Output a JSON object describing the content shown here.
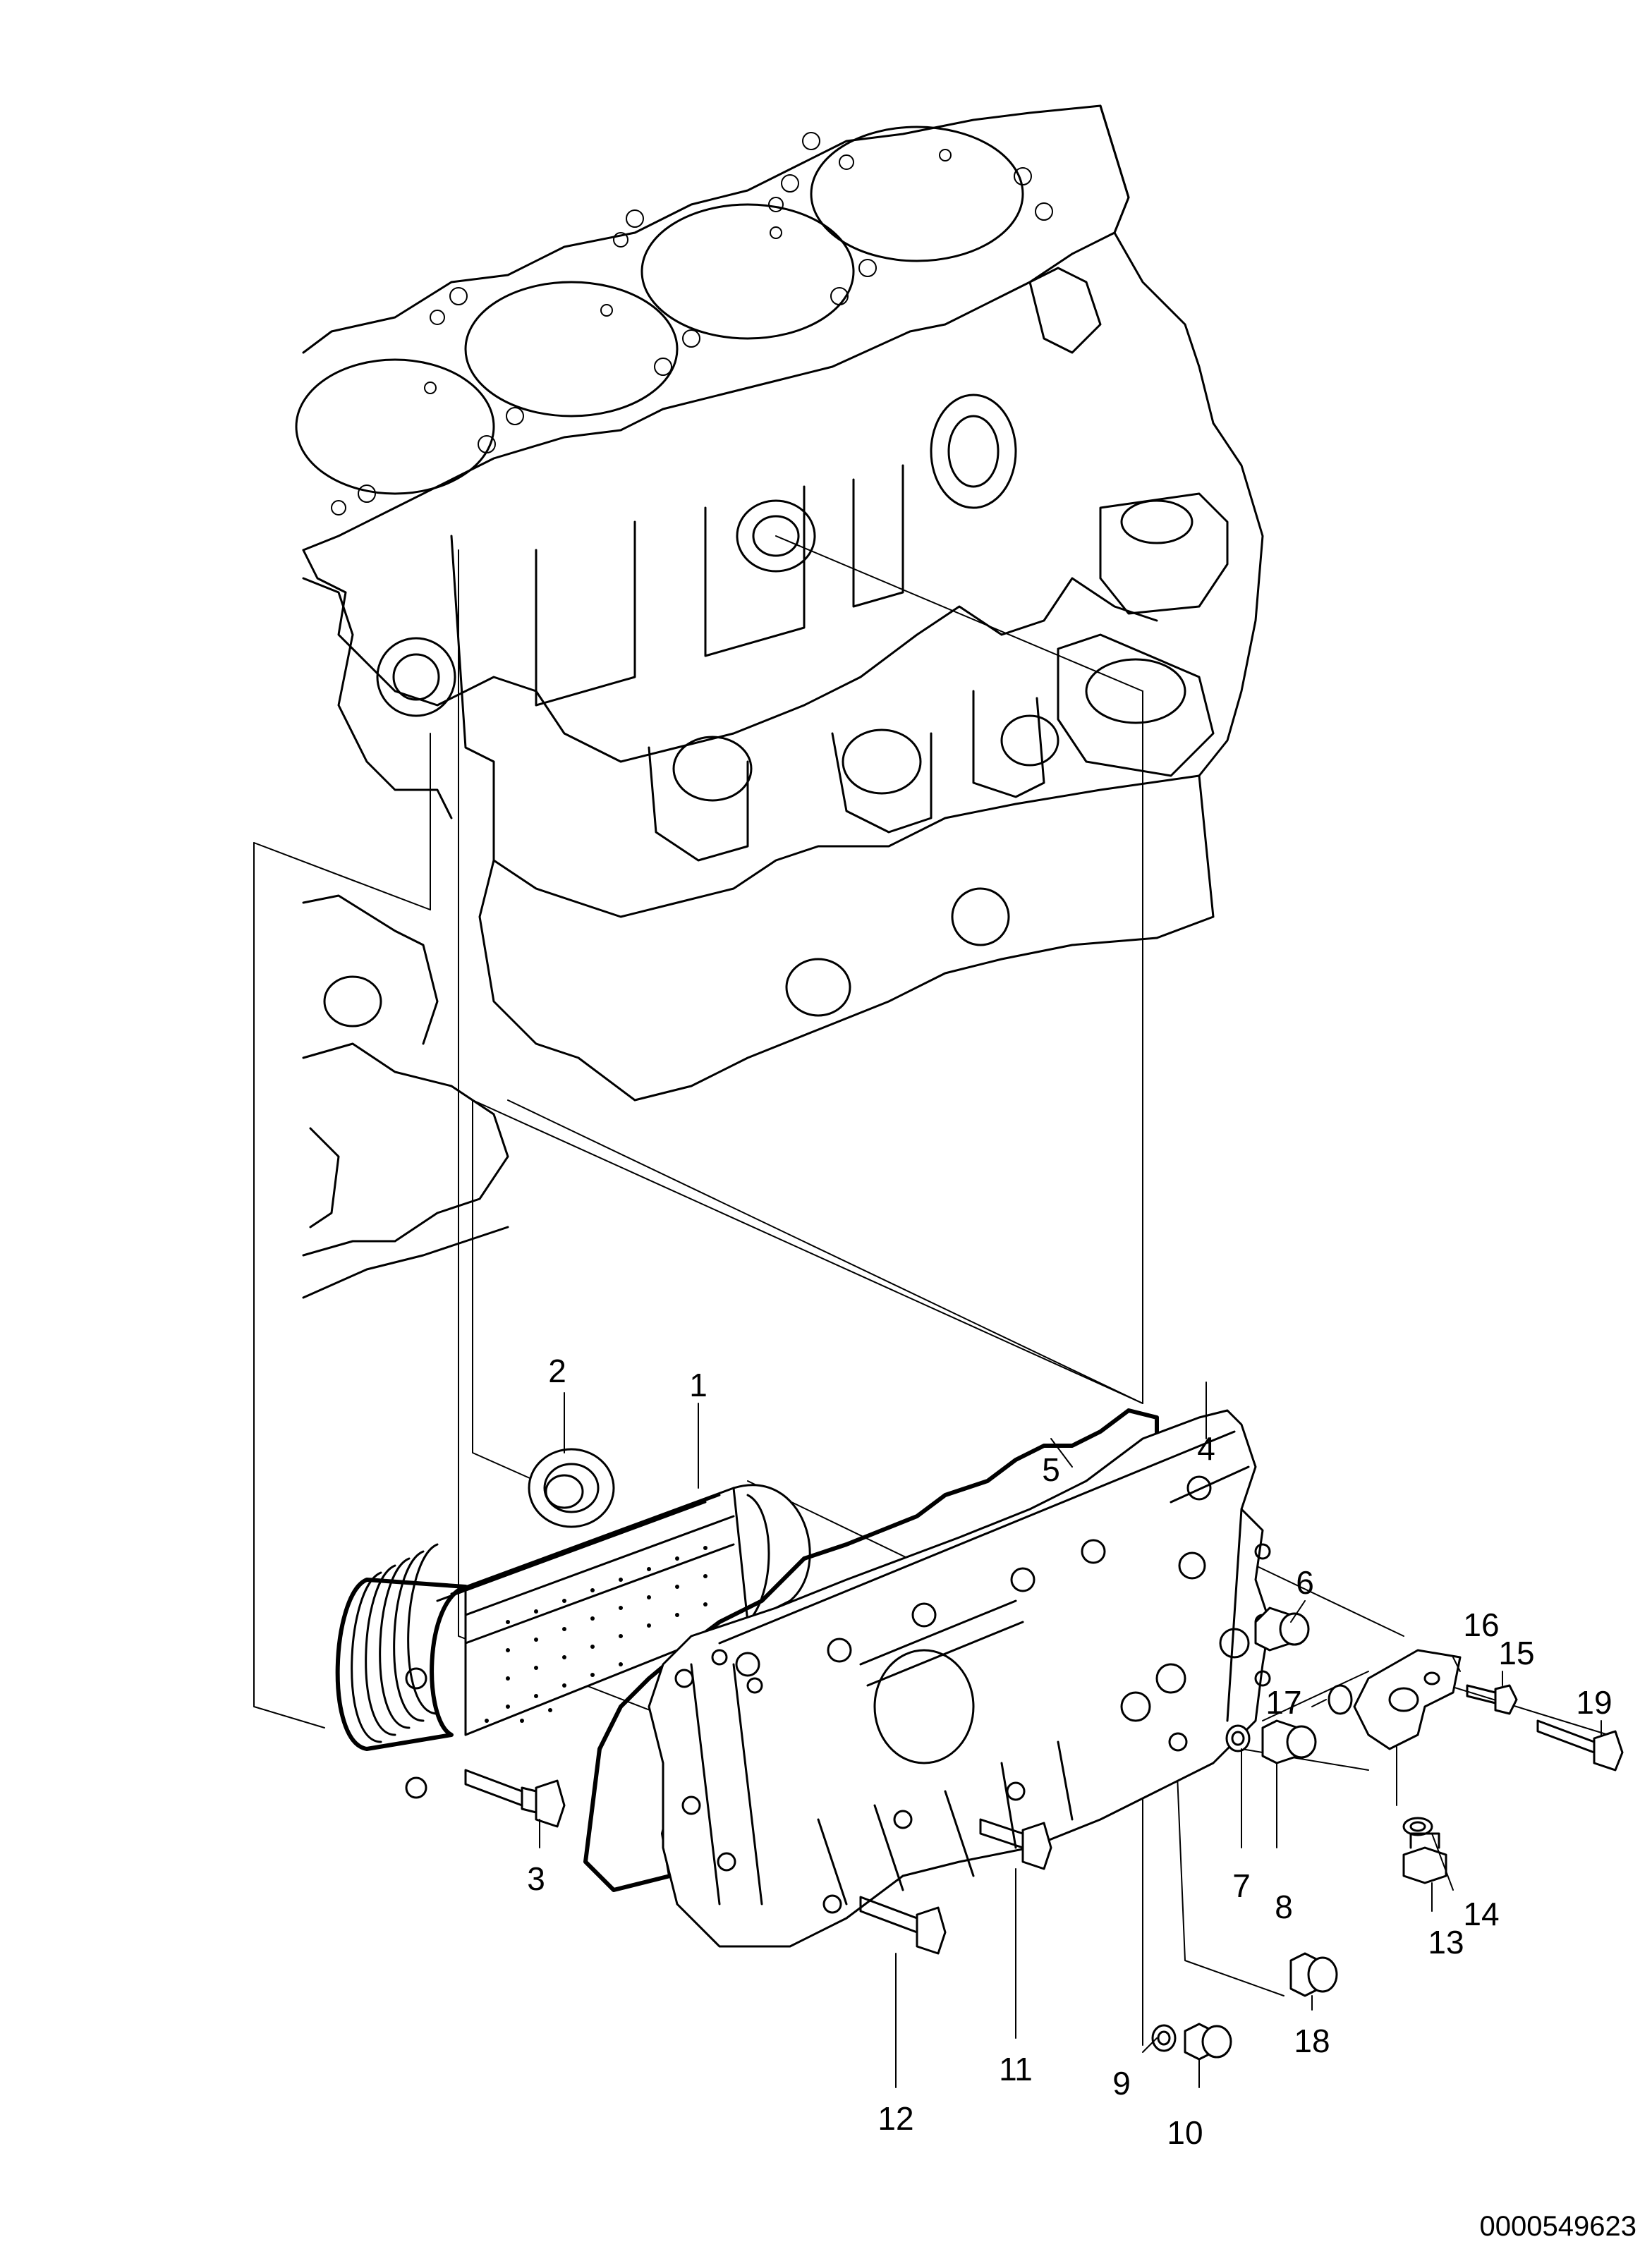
{
  "diagram": {
    "callouts": [
      "1",
      "2",
      "3",
      "4",
      "5",
      "6",
      "7",
      "8",
      "9",
      "10",
      "11",
      "12",
      "13",
      "14",
      "15",
      "16",
      "17",
      "18",
      "19"
    ],
    "document_number": "0000549623"
  }
}
